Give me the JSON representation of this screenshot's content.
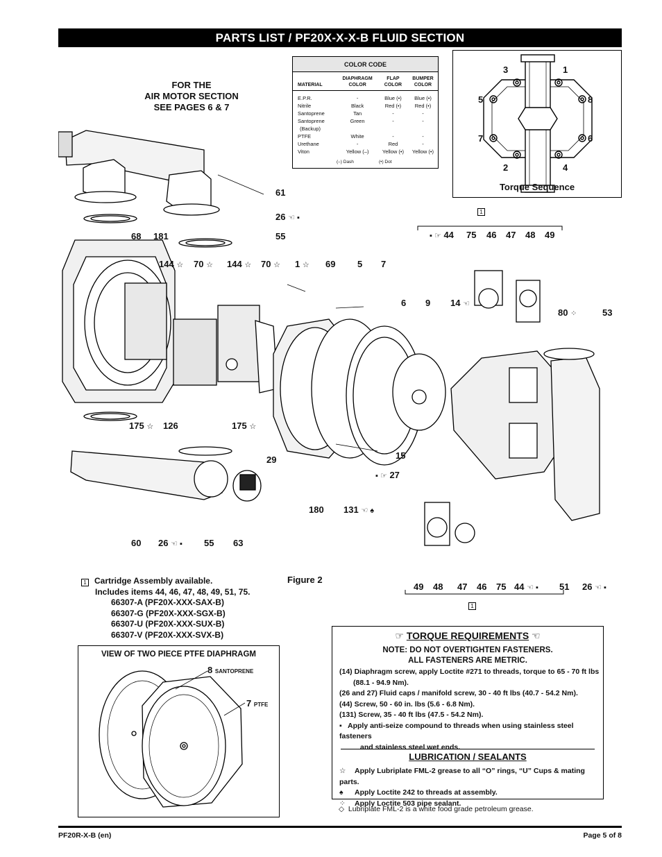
{
  "title": "PARTS LIST / PF20X-X-X-B FLUID SECTION",
  "air_motor_note": [
    "FOR THE",
    "AIR MOTOR SECTION",
    "SEE PAGES 6 & 7"
  ],
  "color_code": {
    "title": "COLOR CODE",
    "headers": [
      "MATERIAL",
      "DIAPHRAGM\nCOLOR",
      "FLAP\nCOLOR",
      "BUMPER\nCOLOR"
    ],
    "rows": [
      [
        "E.P.R.",
        "-",
        "Blue (•)",
        "Blue (•)"
      ],
      [
        "Nitrile",
        "Black",
        "Red (•)",
        "Red (•)"
      ],
      [
        "Santoprene",
        "Tan",
        "-",
        "-"
      ],
      [
        "Santoprene",
        "Green",
        "-",
        "-"
      ],
      [
        "(Backup)",
        "",
        "",
        ""
      ],
      [
        "PTFE",
        "White",
        "-",
        "-"
      ],
      [
        "Urethane",
        "-",
        "Red",
        "-"
      ],
      [
        "Viton",
        "Yellow (–)",
        "Yellow (•)",
        "Yellow (•)"
      ]
    ],
    "legend_dash": "(–) Dash",
    "legend_dot": "(•) Dot"
  },
  "torque_sequence": {
    "label": "Torque Sequence",
    "numbers": [
      "3",
      "1",
      "5",
      "8",
      "7",
      "6",
      "2",
      "4"
    ]
  },
  "callouts": {
    "c61": "61",
    "c26a": "26",
    "c55a": "55",
    "c68": "68",
    "c181": "181",
    "c144a": "144",
    "c70a": "70",
    "c144b": "144",
    "c70b": "70",
    "c1": "1",
    "c69": "69",
    "c5": "5",
    "c7": "7",
    "c6": "6",
    "c9": "9",
    "c14": "14",
    "c44a": "44",
    "c75a": "75",
    "c46a": "46",
    "c47a": "47",
    "c48a": "48",
    "c49a": "49",
    "c80": "80",
    "c53": "53",
    "c175a": "175",
    "c126": "126",
    "c175b": "175",
    "c29": "29",
    "c15": "15",
    "c27": "27",
    "c180": "180",
    "c131": "131",
    "c60": "60",
    "c26b": "26",
    "c55b": "55",
    "c63": "63",
    "c49b": "49",
    "c48b": "48",
    "c47b": "47",
    "c46b": "46",
    "c75b": "75",
    "c44b": "44",
    "c51": "51",
    "c26c": "26",
    "box_1": "1"
  },
  "cartridge_note": {
    "marker": "1",
    "line1": "Cartridge Assembly available.",
    "line2": "Includes items 44, 46, 47, 48, 49, 51, 75.",
    "models": [
      "66307-A (PF20X-XXX-SAX-B)",
      "66307-G (PF20X-XXX-SGX-B)",
      "66307-U (PF20X-XXX-SUX-B)",
      "66307-V (PF20X-XXX-SVX-B)"
    ]
  },
  "figure_label": "Figure 2",
  "ptfe_view": {
    "title": "VIEW OF TWO PIECE PTFE DIAPHRAGM",
    "label8": "8",
    "label8_sub": "SANTOPRENE",
    "label7": "7",
    "label7_sub": "PTFE"
  },
  "torque_requirements": {
    "title": "TORQUE REQUIREMENTS",
    "note1": "NOTE: DO NOT OVERTIGHTEN FASTENERS.",
    "note2": "ALL FASTENERS ARE METRIC.",
    "l1a": "(14) Diaphragm screw, apply Loctite #271 to threads, torque to 65 - 70 ft lbs",
    "l1b": "(88.1 - 94.9 Nm).",
    "l2": "(26 and 27) Fluid caps / manifold screw, 30 - 40 ft lbs (40.7 - 54.2 Nm).",
    "l3": "(44) Screw, 50 - 60 in. lbs (5.6 - 6.8 Nm).",
    "l4": "(131) Screw, 35 - 40 ft lbs (47.5 - 54.2 Nm).",
    "l5a": "Apply anti-seize compound to threads when using stainless steel fasteners",
    "l5b": "and stainless steel wet ends."
  },
  "lubrication": {
    "title": "LUBRICATION / SEALANTS",
    "l1": "Apply Lubriplate FML-2 grease to all “O” rings, “U” Cups & mating parts.",
    "l2": "Apply Loctite 242 to threads at assembly.",
    "l3": "Apply Loctite 503 pipe sealant."
  },
  "grease_note": "Lubriplate FML-2 is a white food grade petroleum grease.",
  "footer": {
    "left": "PF20R-X-B (en)",
    "right": "Page  5 of 8"
  }
}
